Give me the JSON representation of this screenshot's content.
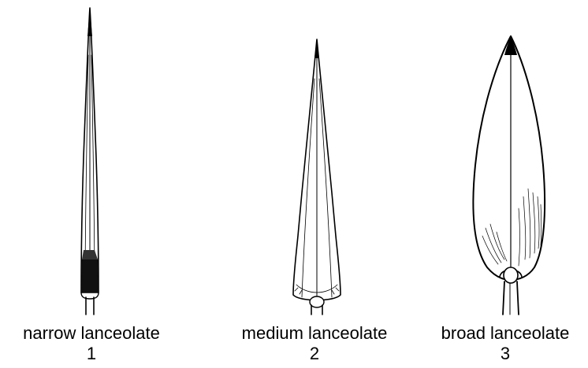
{
  "figure": {
    "leaves": [
      {
        "label": "narrow lanceolate",
        "number": "1"
      },
      {
        "label": "medium lanceolate",
        "number": "2"
      },
      {
        "label": "broad lanceolate",
        "number": "3"
      }
    ],
    "colors": {
      "ink": "#000000",
      "background": "#ffffff"
    }
  }
}
